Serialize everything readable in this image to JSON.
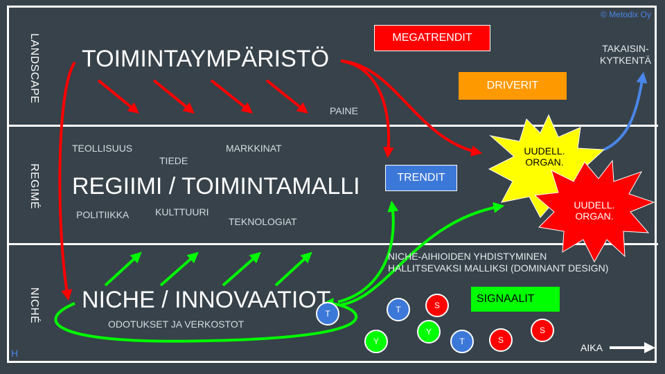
{
  "copyright": "© Metodix Oy",
  "layers": {
    "landscape": "LANDSCAPE",
    "regime": "REGIMÉ",
    "niche": "NICHÉ"
  },
  "landscape": {
    "title": "TOIMINTAYMPÄRISTÖ",
    "paine": "PAINE",
    "feedback_line1": "TAKAISIN-",
    "feedback_line2": "KYTKENTÄ"
  },
  "regime": {
    "title": "REGIIMI / TOIMINTAMALLI",
    "teollisuus": "TEOLLISUUS",
    "tiede": "TIEDE",
    "markkinat": "MARKKINAT",
    "politiikka": "POLITIIKKA",
    "kulttuuri": "KULTTUURI",
    "teknologiat": "TEKNOLOGIAT"
  },
  "niche": {
    "title": "NICHE / INNOVAATIOT",
    "subtitle": "ODOTUKSET JA VERKOSTOT",
    "dominant_line1": "NICHE-AIHIOIDEN YHDISTYMINEN",
    "dominant_line2": "HALLITSEVAKSI MALLIKSI (DOMINANT DESIGN)",
    "aika": "AIKA",
    "corner": "H"
  },
  "boxes": {
    "megatrendit": {
      "label": "MEGATRENDIT",
      "color": "#ff0000"
    },
    "driverit": {
      "label": "DRIVERIT",
      "color": "#ff9900"
    },
    "trendit": {
      "label": "TRENDIT",
      "color": "#3c78d8"
    },
    "signaalit": {
      "label": "SIGNAALIT",
      "color": "#00ff00"
    }
  },
  "stars": [
    {
      "line1": "UUDELL.",
      "line2": "ORGAN.",
      "color": "#ffff00"
    },
    {
      "line1": "UUDELL.",
      "line2": "ORGAN.",
      "color": "#ff0000"
    }
  ],
  "circles": [
    {
      "label": "T",
      "color": "#3c78d8"
    },
    {
      "label": "T",
      "color": "#3c78d8"
    },
    {
      "label": "S",
      "color": "#ff0000"
    },
    {
      "label": "Y",
      "color": "#00ff00"
    },
    {
      "label": "Y",
      "color": "#00ff00"
    },
    {
      "label": "T",
      "color": "#3c78d8"
    },
    {
      "label": "S",
      "color": "#ff0000"
    },
    {
      "label": "S",
      "color": "#ff0000"
    }
  ],
  "colors": {
    "background": "#37424a",
    "red_arrow": "#ff0000",
    "green_arrow": "#00ff00",
    "blue_arrow": "#4a86e8"
  }
}
